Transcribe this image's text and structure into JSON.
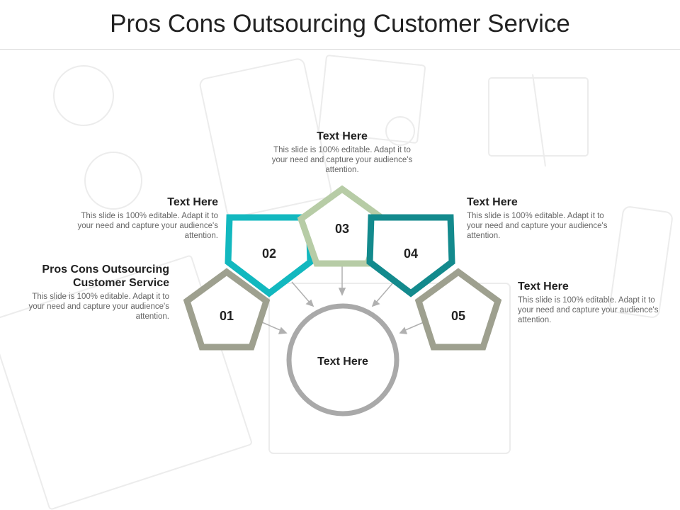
{
  "slide": {
    "title": "Pros Cons Outsourcing Customer Service"
  },
  "colors": {
    "gray_shape": "#9ea08f",
    "teal": "#12b8bf",
    "sage": "#b7cca6",
    "dark_teal": "#138a8d",
    "hub_ring": "#a9a9a9"
  },
  "hub": {
    "label": "Text Here"
  },
  "steps": [
    {
      "number": "01",
      "heading": "Pros Cons Outsourcing Customer Service",
      "body": "This slide is 100% editable. Adapt it to your need and capture your audience's attention."
    },
    {
      "number": "02",
      "heading": "Text Here",
      "body": "This slide is 100% editable. Adapt it to your need and capture your audience's attention."
    },
    {
      "number": "03",
      "heading": "Text Here",
      "body": "This slide is 100% editable. Adapt it to your need and capture your audience's attention."
    },
    {
      "number": "04",
      "heading": "Text Here",
      "body": "This slide is 100% editable. Adapt it to your need and capture your audience's attention."
    },
    {
      "number": "05",
      "heading": "Text Here",
      "body": "This slide is 100% editable. Adapt it to your need and capture your audience's attention."
    }
  ]
}
